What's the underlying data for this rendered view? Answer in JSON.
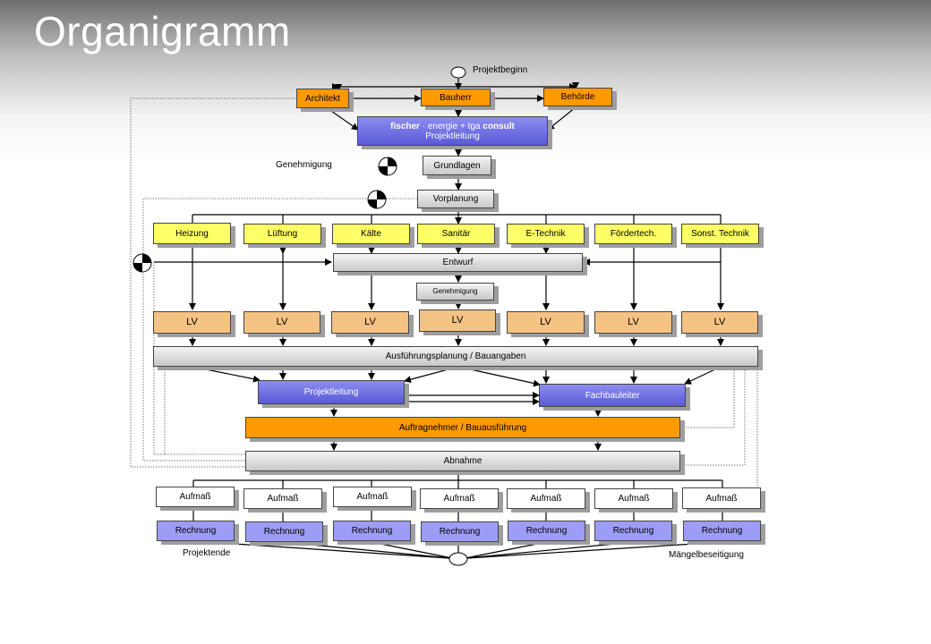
{
  "title": "Organigramm",
  "labels": {
    "start": "Projektbeginn",
    "approval_left": "Genehmigung",
    "end": "Projektende",
    "defects": "Mängelbeseitigung"
  },
  "top": {
    "architekt": "Architekt",
    "bauherr": "Bauherr",
    "behoerde": "Behörde"
  },
  "lead": {
    "company_brand": "fischer",
    "company_mid": " · energie + tga ",
    "company_consult": "consult",
    "role": "Projektleitung"
  },
  "phases": {
    "grundlagen": "Grundlagen",
    "vorplanung": "Vorplanung",
    "entwurf": "Entwurf",
    "genehmigung": "Genehmigung",
    "ausfuehrung": "Ausführungsplanung / Bauangaben",
    "projektleitung": "Projektleitung",
    "fachbauleiter": "Fachbauleiter",
    "auftragnehmer": "Auftragnehmer / Bauausführung",
    "abnahme": "Abnahme"
  },
  "trades": [
    "Heizung",
    "Lüftung",
    "Kälte",
    "Sanitär",
    "E-Technik",
    "Fördertech.",
    "Sonst. Technik"
  ],
  "lv": [
    "LV",
    "LV",
    "LV",
    "LV",
    "LV",
    "LV",
    "LV"
  ],
  "aufmass": [
    "Aufmaß",
    "Aufmaß",
    "Aufmaß",
    "Aufmaß",
    "Aufmaß",
    "Aufmaß",
    "Aufmaß"
  ],
  "rechnung": [
    "Rechnung",
    "Rechnung",
    "Rechnung",
    "Rechnung",
    "Rechnung",
    "Rechnung",
    "Rechnung"
  ],
  "colors": {
    "orange": "#ff9900",
    "yellow": "#ffff66",
    "lv": "#f4c283",
    "blue": "#6f6fe0",
    "rechnung": "#9d9df5"
  }
}
